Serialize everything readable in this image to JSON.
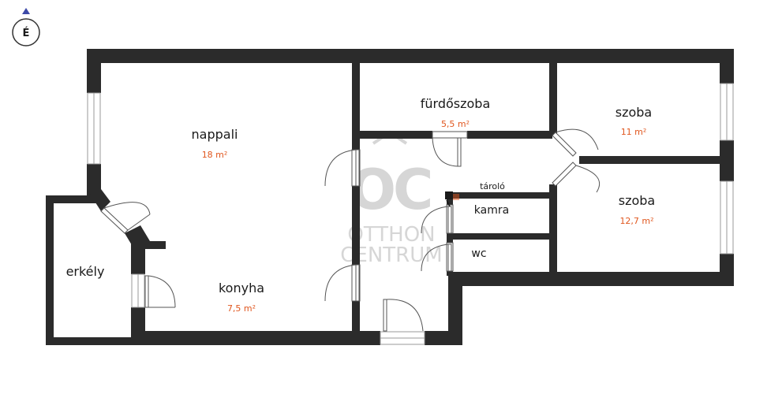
{
  "compass": {
    "label": "É"
  },
  "watermark": {
    "logo": "OC",
    "line1": "OTTHON",
    "line2": "CENTRUM"
  },
  "rooms": {
    "nappali": {
      "name": "nappali",
      "area": "18 m²"
    },
    "konyha": {
      "name": "konyha",
      "area": "7,5 m²"
    },
    "furdo": {
      "name": "fürdőszoba",
      "area": "5,5 m²"
    },
    "szoba1": {
      "name": "szoba",
      "area": "11 m²"
    },
    "szoba2": {
      "name": "szoba",
      "area": "12,7 m²"
    },
    "erkely": {
      "name": "erkély"
    },
    "taroló": {
      "name": "tároló"
    },
    "kamra": {
      "name": "kamra"
    },
    "wc": {
      "name": "wc"
    }
  },
  "colors": {
    "wall": "#2b2b2b",
    "area_text": "#e0561e",
    "compass_arrow": "#3d4aa8"
  }
}
